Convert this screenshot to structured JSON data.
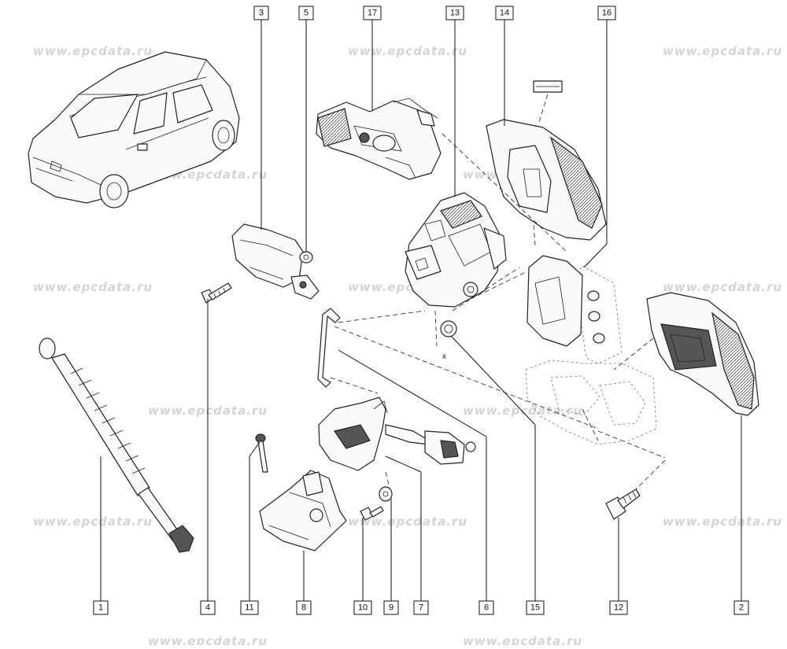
{
  "watermark": {
    "text": "www.epcdata.ru"
  },
  "diagram": {
    "callouts": [
      "3",
      "5",
      "17",
      "13",
      "14",
      "16",
      "1",
      "4",
      "11",
      "8",
      "10",
      "9",
      "7",
      "6",
      "15",
      "12",
      "2"
    ],
    "x_mark": "x"
  }
}
